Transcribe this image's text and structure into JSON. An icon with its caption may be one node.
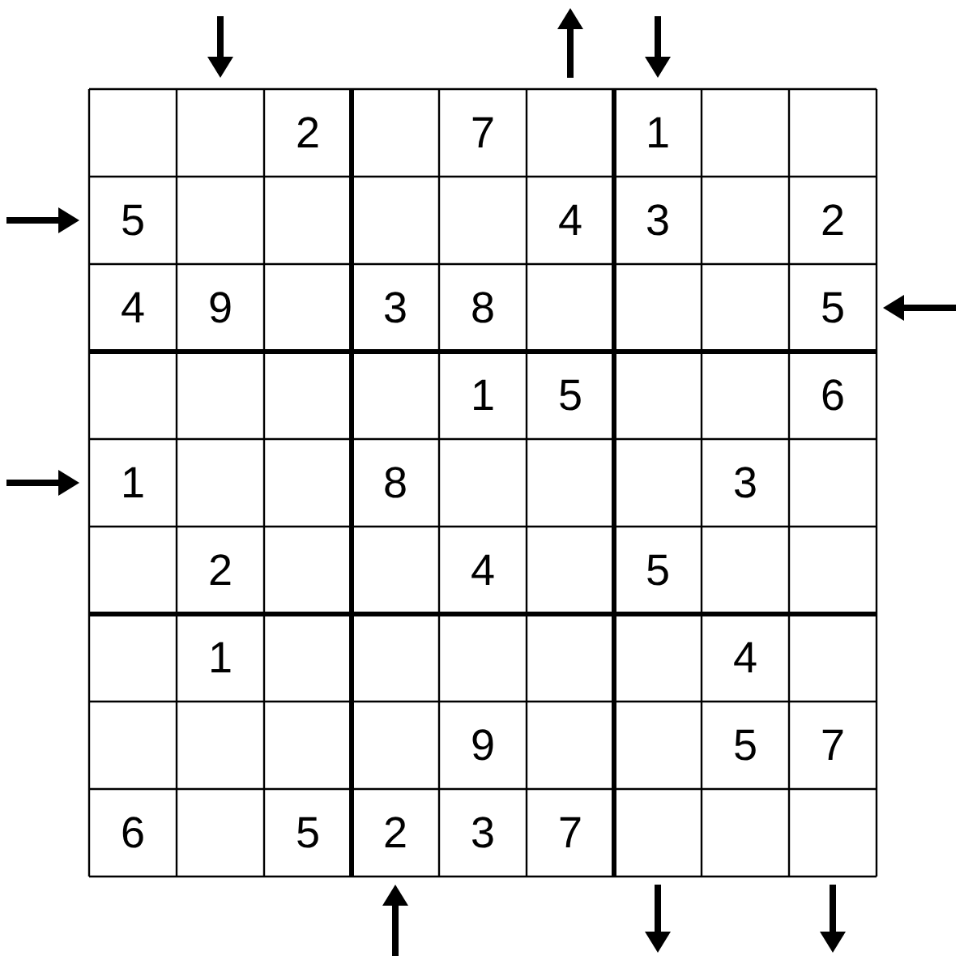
{
  "diagram": {
    "labels": [
      "2",
      "7",
      "1",
      "5",
      "4",
      "3",
      "2",
      "4",
      "9",
      "3",
      "8",
      "5",
      "1",
      "5",
      "6",
      "1",
      "8",
      "3",
      "2",
      "4",
      "5",
      "1",
      "4",
      "9",
      "5",
      "7",
      "6",
      "5",
      "2",
      "3",
      "7"
    ]
  }
}
